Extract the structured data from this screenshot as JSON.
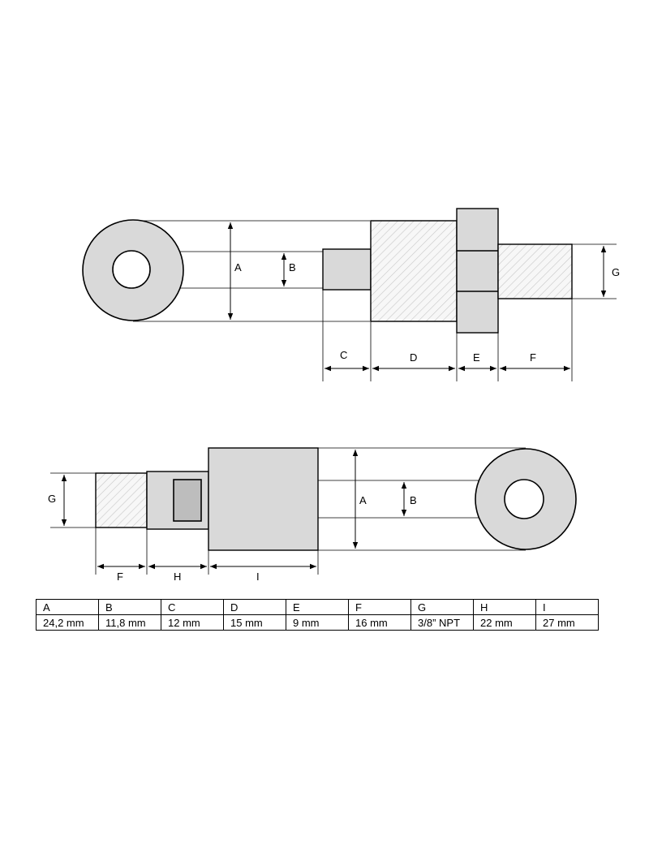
{
  "diagram": {
    "labels": {
      "a": "A",
      "b": "B",
      "c": "C",
      "d": "D",
      "e": "E",
      "f": "F",
      "g": "G",
      "h": "H",
      "i": "I"
    },
    "colors": {
      "fill": "#d9d9d9",
      "hatch": "#c8c8c8",
      "line": "#000000",
      "background": "#ffffff"
    }
  },
  "table": {
    "headers": [
      "A",
      "B",
      "C",
      "D",
      "E",
      "F",
      "G",
      "H",
      "I"
    ],
    "values": [
      "24,2 mm",
      "11,8 mm",
      "12 mm",
      "15 mm",
      "9 mm",
      "16 mm",
      "3/8” NPT",
      "22 mm",
      "27 mm"
    ]
  }
}
